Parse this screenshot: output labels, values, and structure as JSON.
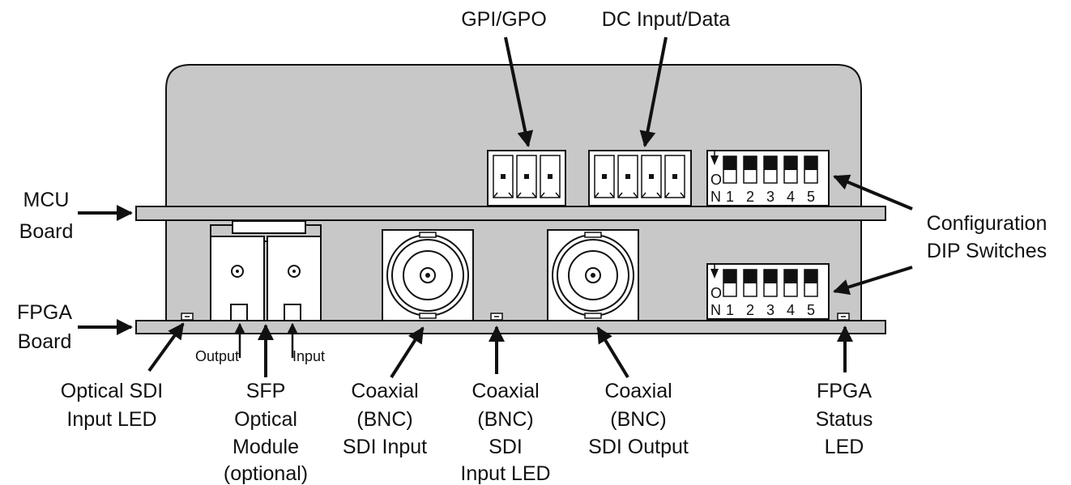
{
  "colors": {
    "chassis": "#c8c8c8",
    "board": "#c8c8c8",
    "stroke": "#111111",
    "face": "#ffffff"
  },
  "top_labels": {
    "gpi": "GPI/GPO",
    "dc": "DC Input/Data"
  },
  "side_labels": {
    "mcu": [
      "MCU",
      "Board"
    ],
    "fpga": [
      "FPGA",
      "Board"
    ],
    "config": [
      "Configuration",
      "DIP Switches"
    ]
  },
  "sfp_ports": {
    "output": "Output",
    "input": "Input"
  },
  "bottom_labels": {
    "optical_led": [
      "Optical SDI",
      "Input LED"
    ],
    "sfp": [
      "SFP",
      "Optical",
      "Module",
      "(optional)"
    ],
    "bnc_input": [
      "Coaxial",
      "(BNC)",
      "SDI Input"
    ],
    "bnc_led": [
      "Coaxial",
      "(BNC)",
      "SDI",
      "Input LED"
    ],
    "bnc_output": [
      "Coaxial",
      "(BNC)",
      "SDI Output"
    ],
    "fpga_led": [
      "FPGA",
      "Status",
      "LED"
    ]
  },
  "dip": {
    "on_label_top": "O",
    "on_label_bottom": "N",
    "switches": [
      "1",
      "2",
      "3",
      "4",
      "5"
    ]
  }
}
